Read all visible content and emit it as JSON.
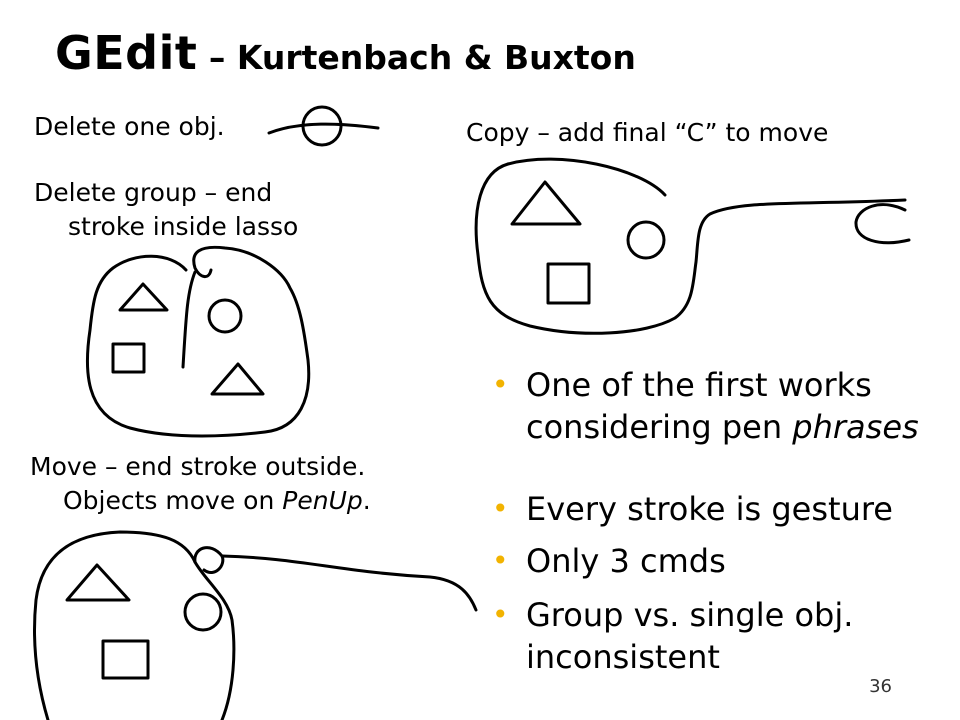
{
  "title": {
    "main": "GEdit",
    "separator": " – ",
    "sub": "Kurtenbach & Buxton"
  },
  "captions": {
    "delete_one": "Delete one obj.",
    "delete_group_line1": "Delete group – end",
    "delete_group_line2": "stroke inside lasso",
    "copy": "Copy – add final “C” to move",
    "move_line1": "Move – end stroke outside.",
    "move_line2_prefix": "Objects move on ",
    "move_line2_italic": "PenUp",
    "move_line2_suffix": "."
  },
  "bullets": [
    {
      "line1": "One of the first works",
      "line2_prefix": "considering pen ",
      "line2_italic": "phrases"
    },
    {
      "line1": "Every stroke is gesture"
    },
    {
      "line1": "Only 3 cmds"
    },
    {
      "line1": "Group vs. single obj.",
      "line2": "inconsistent"
    }
  ],
  "bullet_marker": "•",
  "bullet_color": "#f2b300",
  "page_number": "36"
}
